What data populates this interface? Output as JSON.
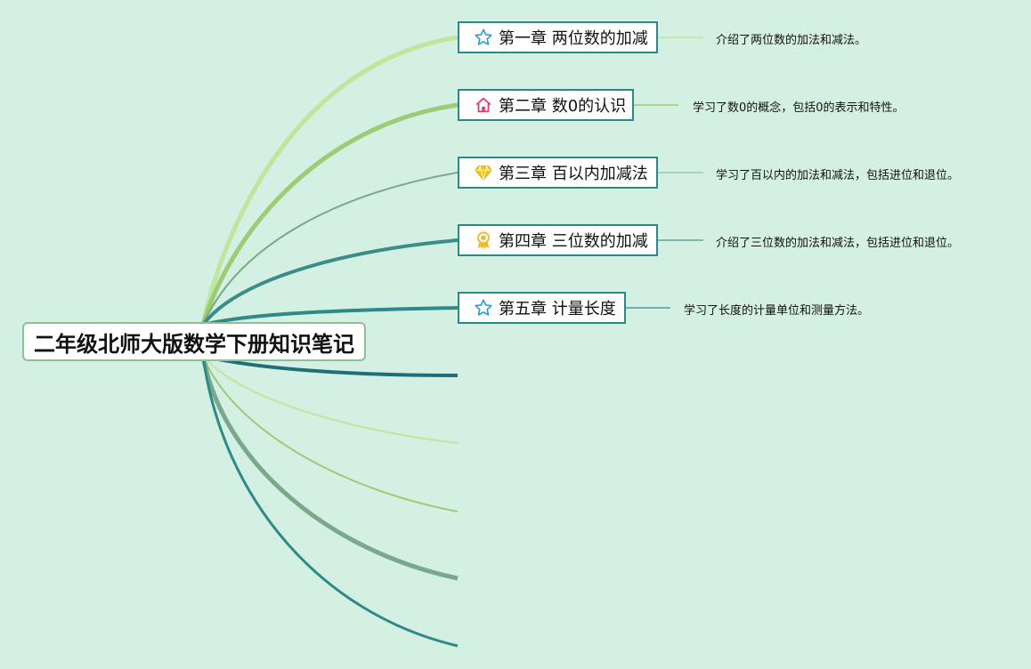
{
  "root": {
    "title": "二年级北师大版数学下册知识笔记"
  },
  "chapters": [
    {
      "label": "第一章 两位数的加减",
      "icon": "star-icon",
      "note": "介绍了两位数的加法和减法。"
    },
    {
      "label": "第二章 数0的认识",
      "icon": "house-icon",
      "note": "学习了数0的概念，包括0的表示和特性。"
    },
    {
      "label": "第三章 百以内加减法",
      "icon": "diamond-icon",
      "note": "学习了百以内的加法和减法，包括进位和退位。"
    },
    {
      "label": "第四章 三位数的加减",
      "icon": "award-icon",
      "note": "介绍了三位数的加法和减法，包括进位和退位。"
    },
    {
      "label": "第五章 计量长度",
      "icon": "star-icon",
      "note": "学习了长度的计量单位和测量方法。"
    }
  ],
  "colors": {
    "background": "#d3f0e3",
    "node_border": "#2a8a8a",
    "root_border": "#8fbf98",
    "star_icon": "#2a9fd6",
    "house_icon": "#e0407a",
    "diamond_icon": "#f2c21b",
    "award_icon": "#f0b92a"
  }
}
